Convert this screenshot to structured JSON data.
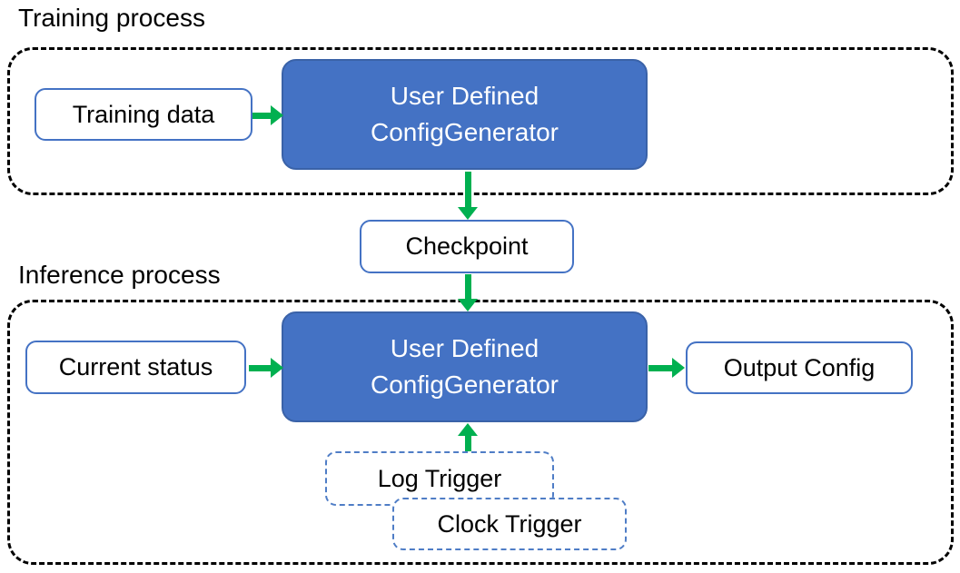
{
  "colors": {
    "node_fill": "#4472C4",
    "node_edge": "#3A62A8",
    "io_box_border": "#4472C4",
    "trigger_box_border": "#4F7DC6",
    "arrow_green": "#00B050",
    "container_border": "#000000",
    "text_dark": "#000000",
    "text_light": "#FFFFFF"
  },
  "training": {
    "title": "Training process",
    "input_label": "Training data",
    "generator_line1": "User Defined",
    "generator_line2": "ConfigGenerator"
  },
  "checkpoint": {
    "label": "Checkpoint"
  },
  "inference": {
    "title": "Inference process",
    "input_label": "Current status",
    "generator_line1": "User Defined",
    "generator_line2": "ConfigGenerator",
    "output_label": "Output Config",
    "log_trigger_label": "Log Trigger",
    "clock_trigger_label": "Clock Trigger"
  }
}
